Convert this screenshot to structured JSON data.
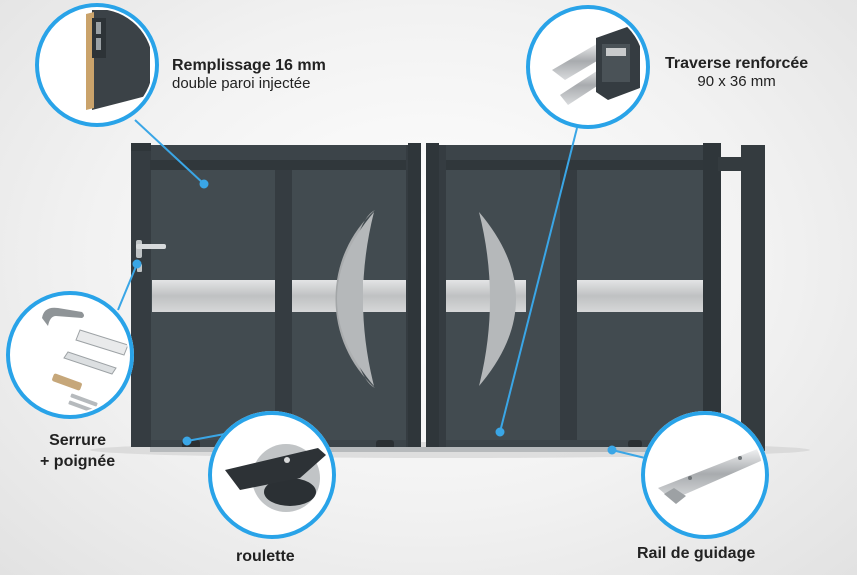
{
  "callouts": {
    "remplissage": {
      "title": "Remplissage 16 mm",
      "subtitle": "double paroi injectée"
    },
    "traverse": {
      "title": "Traverse renforcée",
      "subtitle": "90 x 36 mm"
    },
    "serrure": {
      "line1": "Serrure",
      "line2": "+ poignée"
    },
    "roulette": {
      "title": "roulette"
    },
    "rail": {
      "title": "Rail de guidage"
    }
  },
  "colors": {
    "gate": "#3c4449",
    "gate_dark": "#2c3236",
    "inox": "#c9cbcc",
    "callout_ring": "#29a3e8",
    "leader": "#3aa6e6"
  }
}
